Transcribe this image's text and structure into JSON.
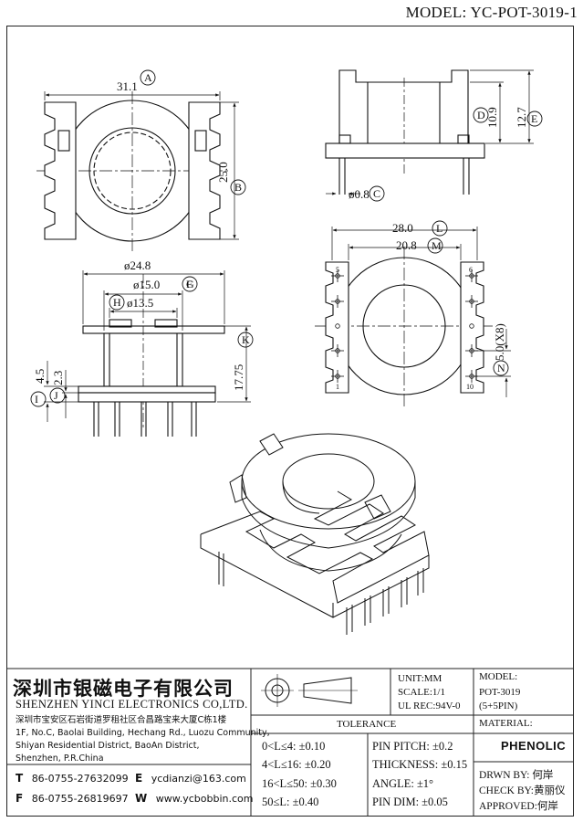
{
  "header": {
    "model": "MODEL: YC-POT-3019-1"
  },
  "dimensions": {
    "top_width": "31.1",
    "top_width_tag": "A",
    "top_height": "25.0",
    "top_height_tag": "B",
    "pin_dia": "ø0.8",
    "pin_dia_tag": "C",
    "side_h1": "10.9",
    "side_h1_tag": "D",
    "side_h2": "12.7",
    "side_h2_tag": "E",
    "flange_dia": "ø24.8",
    "flange_dia_tag": "F",
    "bore_outer": "ø15.0",
    "bore_outer_tag": "G",
    "bore_inner": "ø13.5",
    "bore_inner_tag": "H",
    "base_h": "4.5",
    "base_h_tag": "I",
    "base_h2": "2.3",
    "base_h2_tag": "J",
    "total_h": "17.75",
    "total_h_tag": "K",
    "pin_span": "28.0",
    "pin_span_tag": "L",
    "inner_span": "20.8",
    "inner_span_tag": "M",
    "pitch": "5.0(X8)",
    "pitch_tag": "N",
    "pin_left_top": "5",
    "pin_left_bot": "1",
    "pin_right_top": "6",
    "pin_right_bot": "10"
  },
  "title_block": {
    "company_cn": "深圳市银磁电子有限公司",
    "company_en": "SHENZHEN YINCI ELECTRONICS CO,LTD.",
    "address_cn": "深圳市宝安区石岩街道罗租社区合昌路宝来大厦C栋1楼",
    "address_en_1": "1F, No.C, Baolai Building, Hechang Rd., Luozu Community,",
    "address_en_2": "Shiyan Residential District, BaoAn District,",
    "address_en_3": "Shenzhen, P.R.China",
    "tel_label": "T",
    "tel": "86-0755-27632099",
    "fax_label": "F",
    "fax": "86-0755-26819697",
    "email_label": "E",
    "email": "ycdianzi@163.com",
    "web_label": "W",
    "web": "www.ycbobbin.com",
    "unit": "UNIT:MM",
    "scale": "SCALE:1/1",
    "ul": "UL REC:94V-0",
    "model_label": "MODEL:",
    "model_value": "POT-3019",
    "model_pins": "(5+5PIN)",
    "material_label": "MATERIAL:",
    "material": "PHENOLIC",
    "tolerance_label": "TOLERANCE",
    "tol_1": "0<L≤4: ±0.10",
    "tol_2": "4<L≤16: ±0.20",
    "tol_3": "16<L≤50: ±0.30",
    "tol_4": "50≤L: ±0.40",
    "tol_5": "PIN PITCH: ±0.2",
    "tol_6": "THICKNESS: ±0.15",
    "tol_7": "ANGLE: ±1°",
    "tol_8": "PIN DIM: ±0.05",
    "drawn_by": "DRWN BY: 何岸",
    "check_by": "CHECK BY:黄丽仪",
    "approved": "APPROVED:何岸"
  }
}
